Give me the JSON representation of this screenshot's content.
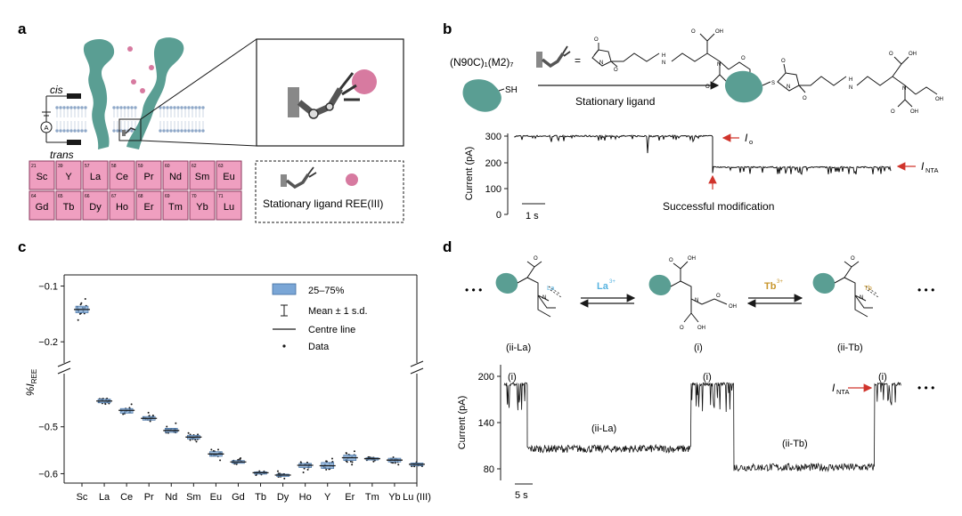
{
  "panel_labels": {
    "a": "a",
    "b": "b",
    "c": "c",
    "d": "d"
  },
  "panel_a": {
    "cis": "cis",
    "trans": "trans",
    "ammeter": "A",
    "legend_text": "Stationary ligand REE(III)",
    "elements": [
      {
        "num": "21",
        "sym": "Sc"
      },
      {
        "num": "39",
        "sym": "Y"
      },
      {
        "num": "57",
        "sym": "La"
      },
      {
        "num": "58",
        "sym": "Ce"
      },
      {
        "num": "59",
        "sym": "Pr"
      },
      {
        "num": "60",
        "sym": "Nd"
      },
      {
        "num": "62",
        "sym": "Sm"
      },
      {
        "num": "63",
        "sym": "Eu"
      },
      {
        "num": "64",
        "sym": "Gd"
      },
      {
        "num": "65",
        "sym": "Tb"
      },
      {
        "num": "66",
        "sym": "Dy"
      },
      {
        "num": "67",
        "sym": "Ho"
      },
      {
        "num": "68",
        "sym": "Er"
      },
      {
        "num": "69",
        "sym": "Tm"
      },
      {
        "num": "70",
        "sym": "Yb"
      },
      {
        "num": "71",
        "sym": "Lu"
      }
    ],
    "colors": {
      "pore": "#5a9e93",
      "ion": "#d77aa0",
      "tile": "#ef9fc0",
      "tile_border": "#8b3a5e"
    }
  },
  "panel_b": {
    "construct": "(N90C)₁(M2)₇",
    "sh": "SH",
    "equals": "=",
    "arrow_label": "Stationary ligand",
    "oh": "OH",
    "o": "O",
    "n": "N",
    "h": "H",
    "s": "S",
    "ylabel": "Current (pA)",
    "yticks": [
      "300",
      "200",
      "100",
      "0"
    ],
    "i0_label": "I",
    "i0_sub": "o",
    "inta_label": "I",
    "inta_sub": "NTA",
    "annotation": "Successful modification",
    "scalebar": "1 s"
  },
  "panel_c": {
    "ylabel": "%I",
    "ylabel_sub": "REE",
    "legend": [
      "25–75%",
      "Mean ± 1 s.d.",
      "Centre line",
      "Data"
    ],
    "box_color": "#7aa6d6"
  },
  "panel_d": {
    "la_label": "La",
    "tb_label": "Tb",
    "ion_sup": "3+",
    "la_color": "#57b3e0",
    "tb_color": "#c8962c",
    "ellipsis": "• • •",
    "states": [
      "(ii-La)",
      "(i)",
      "(ii-Tb)"
    ],
    "ylabel": "Current (pA)",
    "yticks": [
      "200",
      "140",
      "80"
    ],
    "trace_labels": [
      "(i)",
      "(ii-La)",
      "(i)",
      "(ii-Tb)",
      "(i)"
    ],
    "inta_label": "I",
    "inta_sub": "NTA",
    "scalebar": "5 s"
  },
  "chart_data": {
    "type": "box",
    "categories": [
      "Sc",
      "La",
      "Ce",
      "Pr",
      "Nd",
      "Sm",
      "Eu",
      "Gd",
      "Tb",
      "Dy",
      "Ho",
      "Y",
      "Er",
      "Tm",
      "Yb",
      "Lu (III)"
    ],
    "medians": [
      -0.142,
      -0.445,
      -0.465,
      -0.482,
      -0.508,
      -0.522,
      -0.558,
      -0.575,
      -0.598,
      -0.603,
      -0.582,
      -0.583,
      -0.566,
      -0.568,
      -0.571,
      -0.58
    ],
    "q1": [
      -0.148,
      -0.449,
      -0.471,
      -0.486,
      -0.512,
      -0.526,
      -0.563,
      -0.578,
      -0.601,
      -0.606,
      -0.587,
      -0.589,
      -0.572,
      -0.571,
      -0.575,
      -0.583
    ],
    "q3": [
      -0.136,
      -0.441,
      -0.461,
      -0.478,
      -0.503,
      -0.518,
      -0.553,
      -0.572,
      -0.596,
      -0.601,
      -0.578,
      -0.576,
      -0.56,
      -0.566,
      -0.567,
      -0.577
    ],
    "yticks": [
      -0.1,
      -0.2,
      -0.5,
      -0.6
    ],
    "ytick_labels": [
      "−0.1",
      "−0.2",
      "−0.5",
      "−0.6"
    ],
    "segments": [
      {
        "ymin": -0.23,
        "ymax": -0.08
      },
      {
        "ymin": -0.62,
        "ymax": -0.4
      }
    ],
    "axis_break": true,
    "legend_position": "top-right"
  }
}
